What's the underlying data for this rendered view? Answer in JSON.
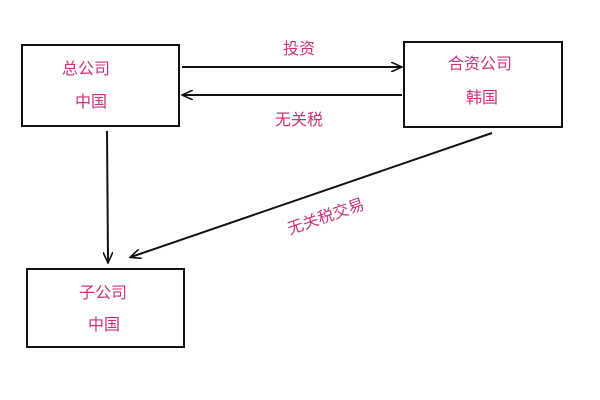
{
  "nodes": {
    "headquarters": {
      "name": "总公司",
      "location": "中国"
    },
    "joint_venture": {
      "name": "合资公司",
      "location": "韩国"
    },
    "subsidiary": {
      "name": "子公司",
      "location": "中国"
    }
  },
  "edges": {
    "investment": "投资",
    "tax_free": "无关税",
    "tax_free_trade": "无关税交易"
  },
  "colors": {
    "label": "#c8337a",
    "line": "#111111"
  }
}
